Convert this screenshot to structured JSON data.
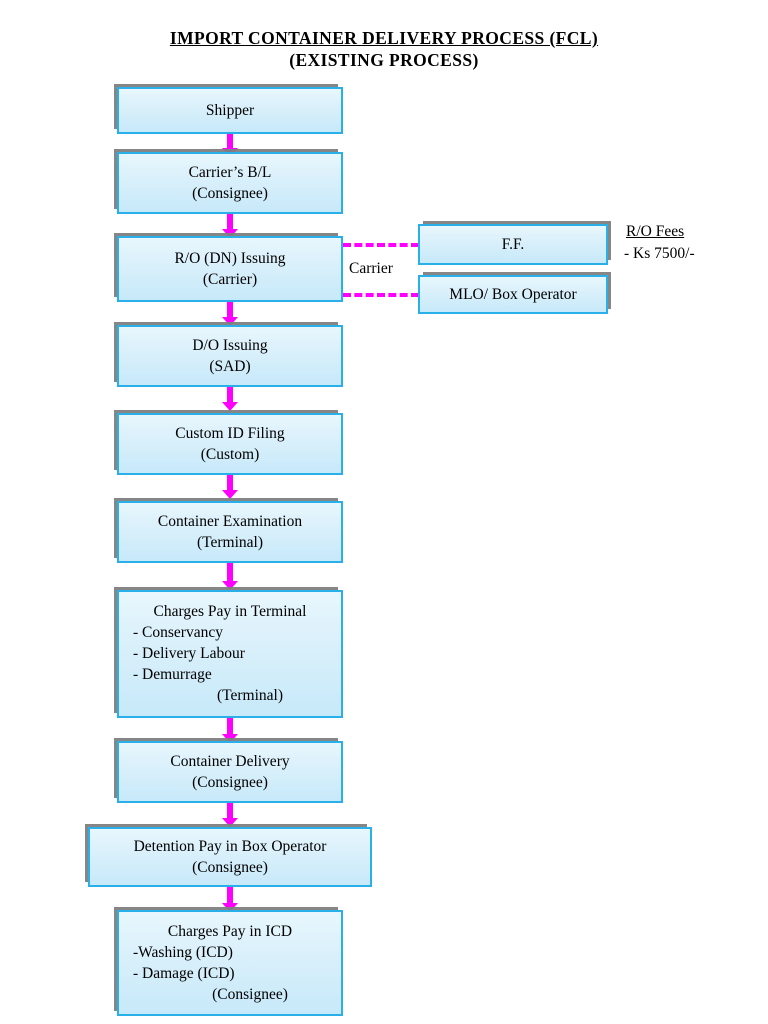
{
  "title": {
    "line1": "IMPORT CONTAINER DELIVERY PROCESS (FCL)",
    "line2": "(EXISTING PROCESS)"
  },
  "colors": {
    "box_border": "#2ab0e8",
    "box_fill_top": "#e8f7fd",
    "box_fill_bottom": "#c7e9f9",
    "arrow": "#ff00ff",
    "shadow": "#808080",
    "text": "#000000"
  },
  "flow": {
    "nodes": [
      {
        "id": "shipper",
        "line1": "Shipper",
        "line2": ""
      },
      {
        "id": "carrier-bl",
        "line1": "Carrier’s B/L",
        "line2": "(Consignee)"
      },
      {
        "id": "ro-dn-issuing",
        "line1": "R/O  (DN) Issuing",
        "line2": "(Carrier)"
      },
      {
        "id": "do-issuing",
        "line1": "D/O Issuing",
        "line2": "(SAD)"
      },
      {
        "id": "custom-id-filing",
        "line1": "Custom ID Filing",
        "line2": "(Custom)"
      },
      {
        "id": "container-exam",
        "line1": "Container Examination",
        "line2": "(Terminal)"
      },
      {
        "id": "charges-terminal",
        "line1": "Charges Pay in Terminal",
        "line2": "",
        "items": [
          "- Conservancy",
          "- Delivery Labour",
          "- Demurrage"
        ],
        "footer": "(Terminal)"
      },
      {
        "id": "container-delivery",
        "line1": "Container Delivery",
        "line2": "(Consignee)"
      },
      {
        "id": "detention-pay",
        "line1": "Detention Pay in Box Operator",
        "line2": "(Consignee)"
      },
      {
        "id": "charges-icd",
        "line1": "Charges Pay in ICD",
        "line2": "",
        "items": [
          "-Washing (ICD)",
          "- Damage (ICD)"
        ],
        "footer": "(Consignee)"
      }
    ],
    "branch_nodes": [
      {
        "id": "ff",
        "label": "F.F."
      },
      {
        "id": "mlo",
        "label": "MLO/ Box Operator"
      }
    ],
    "branch_label": "Carrier"
  },
  "notes": {
    "fees_title": "R/O Fees",
    "fees_value": "- Ks 7500/-"
  }
}
